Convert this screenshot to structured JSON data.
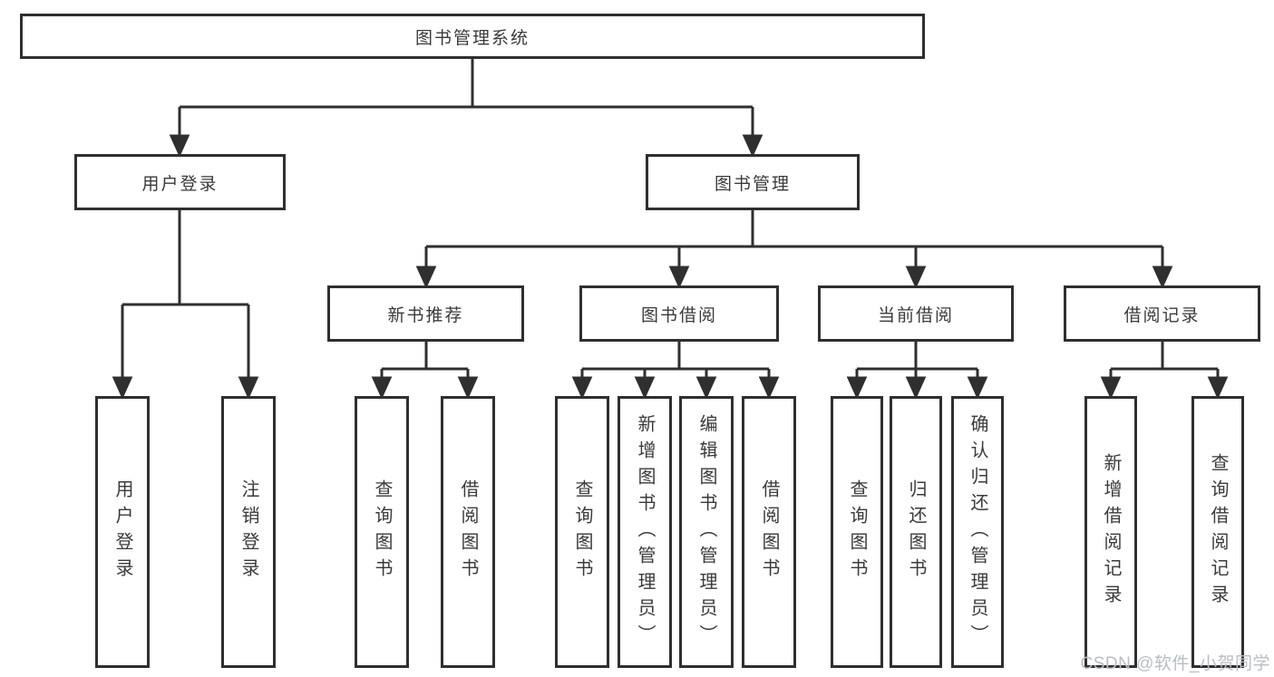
{
  "tree": {
    "label": "图书管理系统",
    "children": [
      {
        "label": "用户登录",
        "children": [
          {
            "label": "用户登录"
          },
          {
            "label": "注销登录"
          }
        ]
      },
      {
        "label": "图书管理",
        "children": [
          {
            "label": "新书推荐",
            "children": [
              {
                "label": "查询图书"
              },
              {
                "label": "借阅图书"
              }
            ]
          },
          {
            "label": "图书借阅",
            "children": [
              {
                "label": "查询图书"
              },
              {
                "label": "新增图书（管理员）"
              },
              {
                "label": "编辑图书（管理员）"
              },
              {
                "label": "借阅图书"
              }
            ]
          },
          {
            "label": "当前借阅",
            "children": [
              {
                "label": "查询图书"
              },
              {
                "label": "归还图书"
              },
              {
                "label": "确认归还（管理员）"
              }
            ]
          },
          {
            "label": "借阅记录",
            "children": [
              {
                "label": "新增借阅记录"
              },
              {
                "label": "查询借阅记录"
              }
            ]
          }
        ]
      }
    ]
  },
  "watermark": "CSDN @软件_小贺同学",
  "colors": {
    "line": "#2f2f2f",
    "text": "#3a3a3a",
    "watermark": "#b9bec6",
    "background": "#ffffff"
  }
}
